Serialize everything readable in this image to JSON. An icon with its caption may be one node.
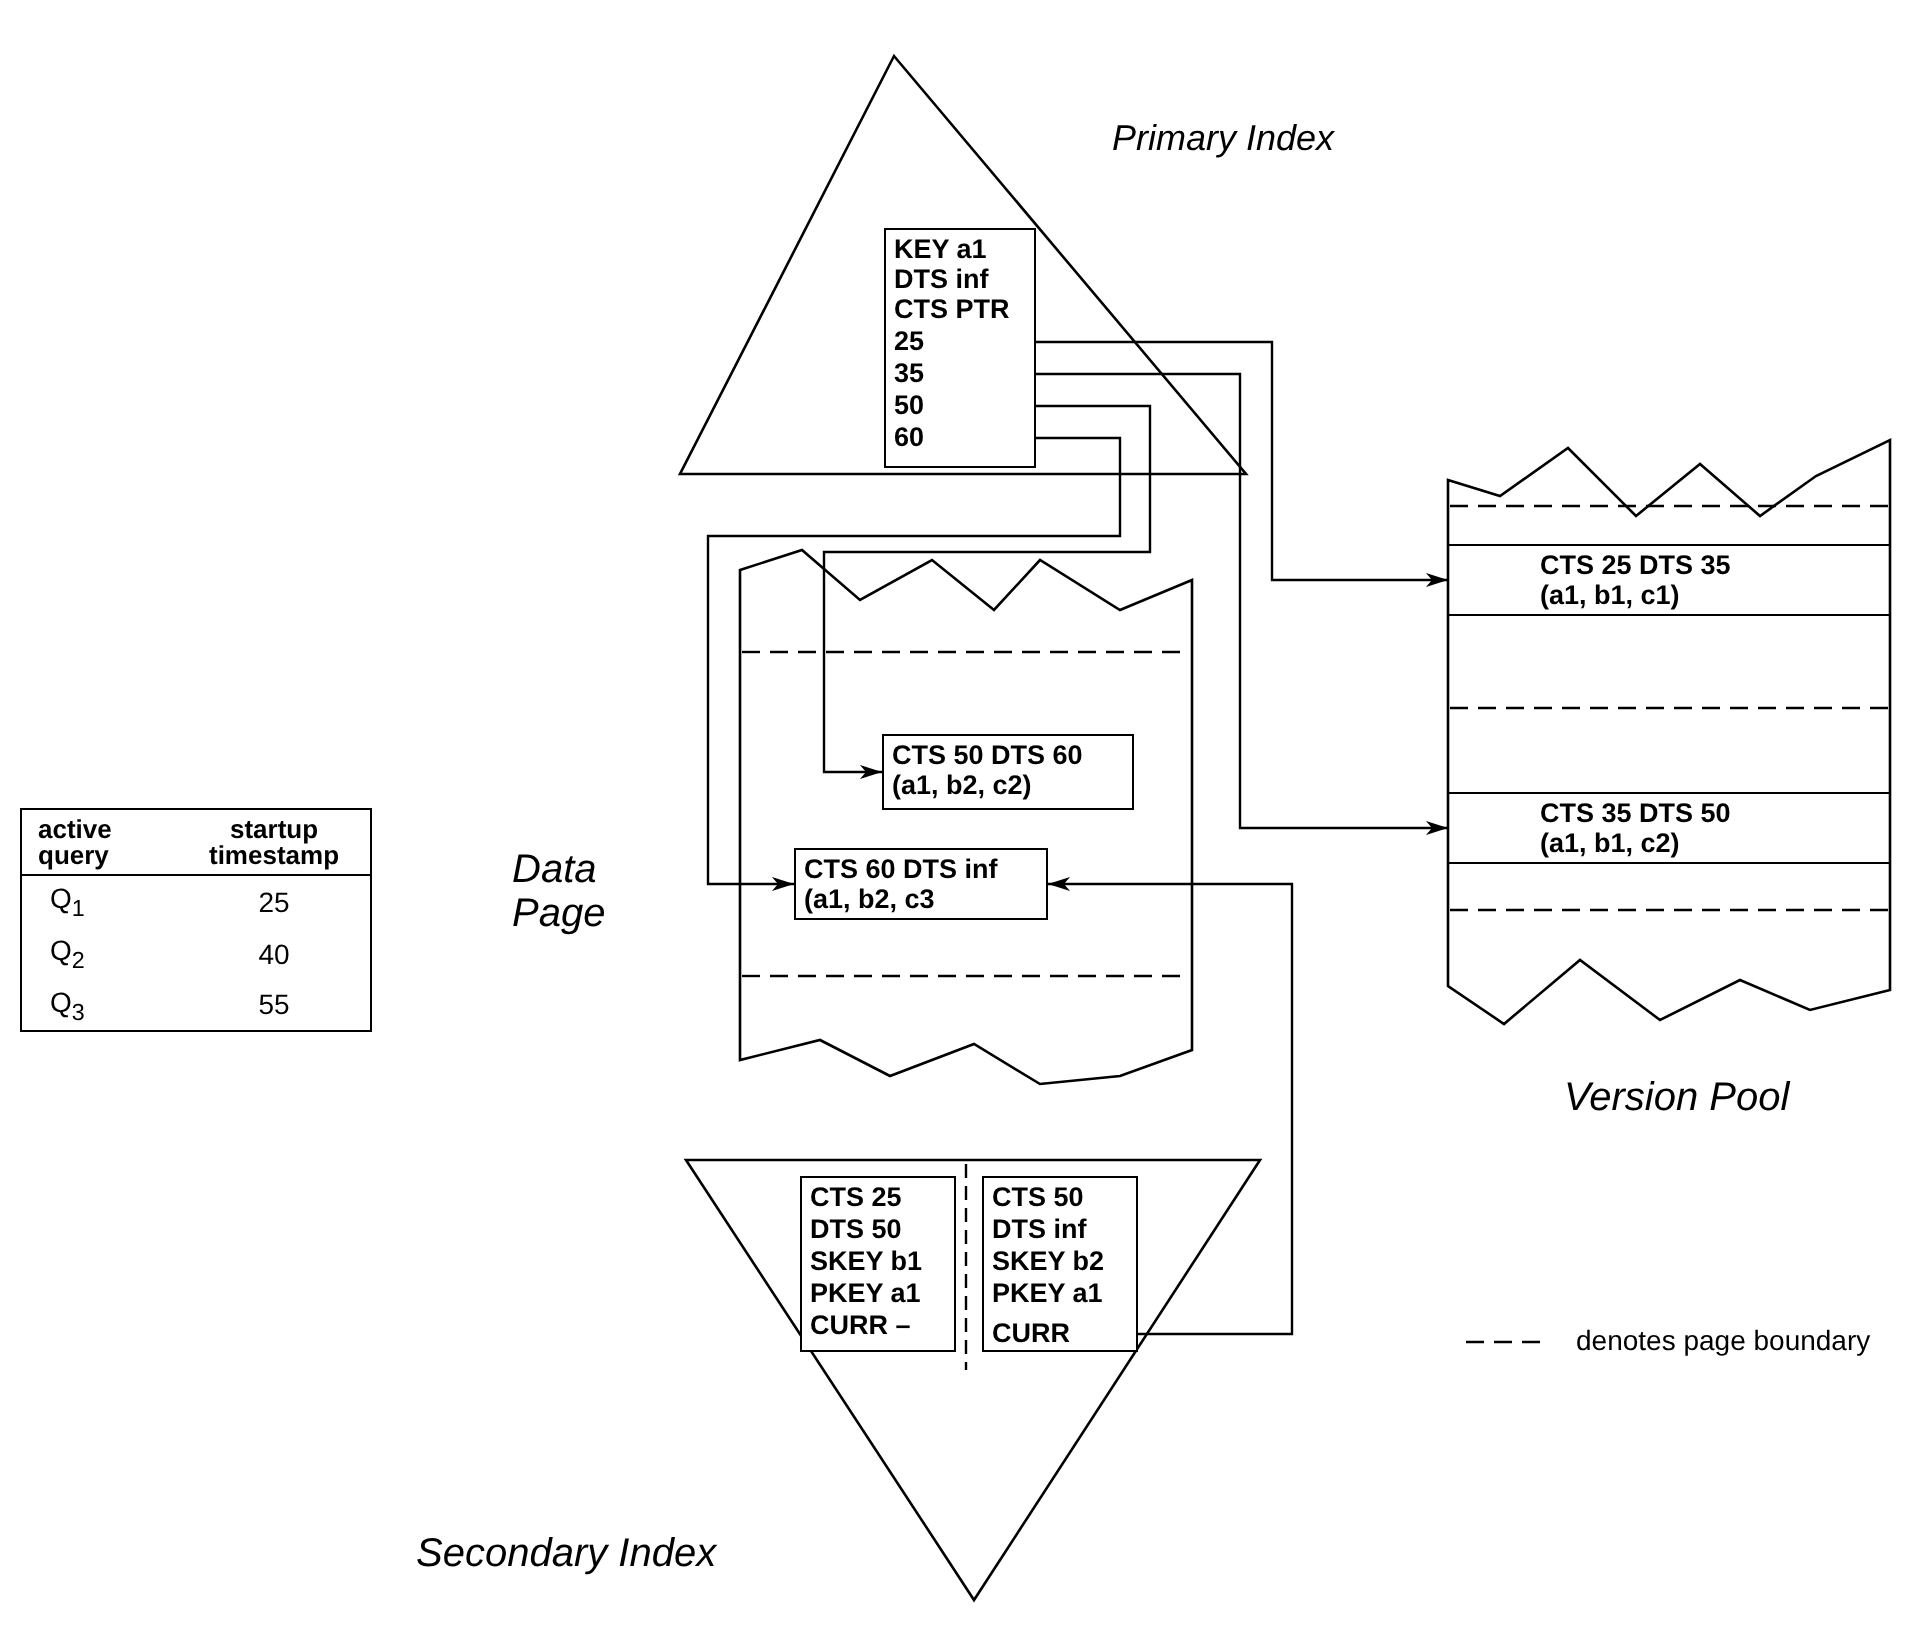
{
  "diagram": {
    "nodes": [
      {
        "text": [
          "Primary Index"
        ]
      },
      {
        "text": [
          "KEY a1",
          "DTS inf",
          "CTS PTR"
        ],
        "in": 0
      },
      {
        "text": [
          "25"
        ],
        "in": 1
      },
      {
        "text": [
          "35"
        ],
        "in": 1
      },
      {
        "text": [
          "50"
        ],
        "in": 1
      },
      {
        "text": [
          "60"
        ],
        "in": 1
      },
      {
        "text": [
          "Data Page"
        ]
      },
      {
        "text": [
          "CTS 50 DTS 60",
          "(a1, b2, c2)"
        ],
        "in": 6
      },
      {
        "text": [
          "CTS 60 DTS inf",
          "(a1, b2, c3"
        ],
        "in": 6
      },
      {
        "text": [
          "Version Pool"
        ]
      },
      {
        "text": [
          "CTS 25 DTS 35",
          "(a1, b1, c1)"
        ],
        "in": 9
      },
      {
        "text": [
          "CTS 35 DTS 50",
          "(a1, b1, c2)"
        ],
        "in": 9
      },
      {
        "text": [
          "Secondary Index"
        ]
      },
      {
        "text": [
          "CTS 25",
          "DTS 50",
          "SKEY b1",
          "PKEY a1",
          "CURR –"
        ],
        "in": 12
      },
      {
        "text": [
          "CTS 50",
          "DTS inf",
          "SKEY b2",
          "PKEY a1"
        ],
        "in": 12
      },
      {
        "text": [
          "CURR"
        ],
        "in": 14
      }
    ],
    "edges": [
      {
        "from": 2,
        "to": 10,
        "arrow": "to"
      },
      {
        "from": 3,
        "to": 11,
        "arrow": "to"
      },
      {
        "from": 4,
        "to": 7,
        "arrow": "to"
      },
      {
        "from": 5,
        "to": 8,
        "arrow": "to"
      },
      {
        "from": 15,
        "to": 8,
        "arrow": "to"
      }
    ],
    "labels": [
      "active query",
      "startup timestamp",
      "Q$_{1}$",
      "25",
      "Q$_{2}$",
      "40",
      "Q$_{3}$",
      "55"
    ],
    "legend": [
      {
        "text": "denotes page boundary"
      }
    ]
  }
}
